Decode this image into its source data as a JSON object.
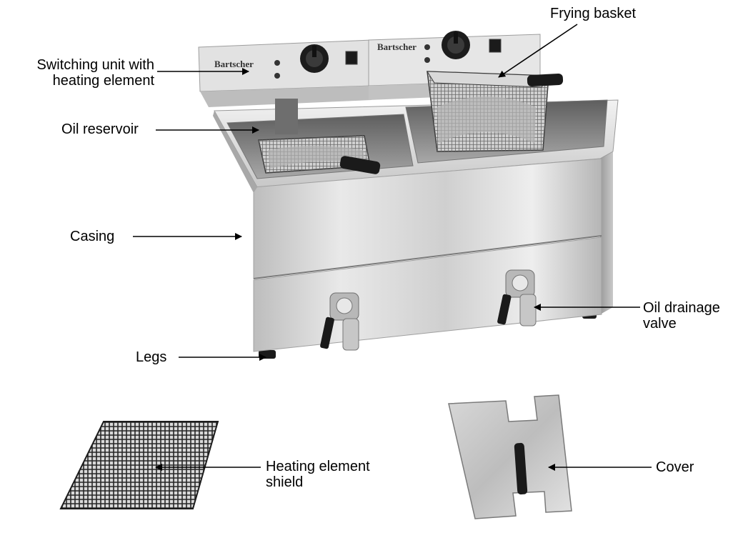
{
  "labels": {
    "switching_unit_line1": "Switching unit with",
    "switching_unit_line2": "heating element",
    "oil_reservoir": "Oil reservoir",
    "casing": "Casing",
    "legs": "Legs",
    "frying_basket": "Frying basket",
    "oil_drainage_line1": "Oil drainage",
    "oil_drainage_line2": "valve",
    "heating_shield_line1": "Heating element",
    "heating_shield_line2": "shield",
    "cover": "Cover"
  },
  "brand": {
    "logo_text": "Bartscher"
  },
  "colors": {
    "steel_light": "#e6e6e6",
    "steel_mid": "#c4c4c4",
    "steel_dark": "#8a8a8a",
    "handle": "#1a1a1a",
    "mesh": "#2a2a2a"
  }
}
